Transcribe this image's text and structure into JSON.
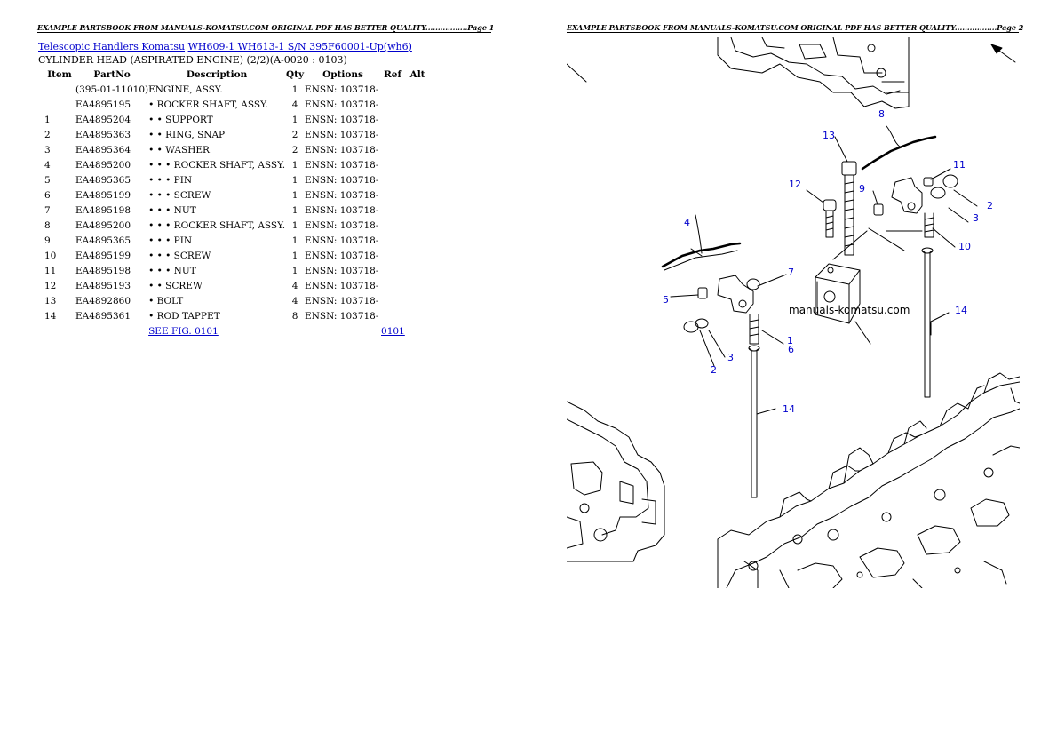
{
  "pages": [
    {
      "header": "EXAMPLE PARTSBOOK FROM MANUALS-KOMATSU.COM ORIGINAL PDF HAS BETTER QUALITY.................Page 1"
    },
    {
      "header": "EXAMPLE PARTSBOOK FROM MANUALS-KOMATSU.COM ORIGINAL PDF HAS BETTER QUALITY.................Page 2"
    }
  ],
  "breadcrumb": {
    "link1": "Telescopic Handlers Komatsu",
    "link2": "WH609-1 WH613-1 S/N 395F60001-Up(wh6)"
  },
  "subtitle": "CYLINDER HEAD (ASPIRATED ENGINE) (2/2)(A-0020 : 0103)",
  "table": {
    "headers": {
      "item": "Item",
      "partno": "PartNo",
      "description": "Description",
      "qty": "Qty",
      "options": "Options",
      "ref": "Ref",
      "alt": "Alt"
    },
    "rows": [
      {
        "item": "",
        "partno": "(395-01-11010)",
        "description": "ENGINE, ASSY.",
        "qty": "1",
        "options": "ENSN: 103718-"
      },
      {
        "item": "",
        "partno": "EA4895195",
        "description": "• ROCKER SHAFT, ASSY.",
        "qty": "4",
        "options": "ENSN: 103718-"
      },
      {
        "item": "1",
        "partno": "EA4895204",
        "description": "• • SUPPORT",
        "qty": "1",
        "options": "ENSN: 103718-"
      },
      {
        "item": "2",
        "partno": "EA4895363",
        "description": "• • RING, SNAP",
        "qty": "2",
        "options": "ENSN: 103718-"
      },
      {
        "item": "3",
        "partno": "EA4895364",
        "description": "• • WASHER",
        "qty": "2",
        "options": "ENSN: 103718-"
      },
      {
        "item": "4",
        "partno": "EA4895200",
        "description": "• • • ROCKER SHAFT, ASSY.",
        "qty": "1",
        "options": "ENSN: 103718-"
      },
      {
        "item": "5",
        "partno": "EA4895365",
        "description": "• • • PIN",
        "qty": "1",
        "options": "ENSN: 103718-"
      },
      {
        "item": "6",
        "partno": "EA4895199",
        "description": "• • • SCREW",
        "qty": "1",
        "options": "ENSN: 103718-"
      },
      {
        "item": "7",
        "partno": "EA4895198",
        "description": "• • • NUT",
        "qty": "1",
        "options": "ENSN: 103718-"
      },
      {
        "item": "8",
        "partno": "EA4895200",
        "description": "• • • ROCKER SHAFT, ASSY.",
        "qty": "1",
        "options": "ENSN: 103718-"
      },
      {
        "item": "9",
        "partno": "EA4895365",
        "description": "• • • PIN",
        "qty": "1",
        "options": "ENSN: 103718-"
      },
      {
        "item": "10",
        "partno": "EA4895199",
        "description": "• • • SCREW",
        "qty": "1",
        "options": "ENSN: 103718-"
      },
      {
        "item": "11",
        "partno": "EA4895198",
        "description": "• • • NUT",
        "qty": "1",
        "options": "ENSN: 103718-"
      },
      {
        "item": "12",
        "partno": "EA4895193",
        "description": "• • SCREW",
        "qty": "4",
        "options": "ENSN: 103718-"
      },
      {
        "item": "13",
        "partno": "EA4892860",
        "description": "• BOLT",
        "qty": "4",
        "options": "ENSN: 103718-"
      },
      {
        "item": "14",
        "partno": "EA4895361",
        "description": "• ROD TAPPET",
        "qty": "8",
        "options": "ENSN: 103718-"
      }
    ],
    "see_fig": "SEE FIG. 0101",
    "see_fig_ref": "0101"
  },
  "diagram": {
    "watermark": "manuals-komatsu.com",
    "callouts": {
      "c1": "1",
      "c2a": "2",
      "c2b": "2",
      "c3a": "3",
      "c3b": "3",
      "c4": "4",
      "c5": "5",
      "c6": "6",
      "c7": "7",
      "c8": "8",
      "c9": "9",
      "c10": "10",
      "c11": "11",
      "c12": "12",
      "c13": "13",
      "c14a": "14",
      "c14b": "14"
    }
  },
  "colors": {
    "link": "#0000cc",
    "callout": "#0000cc",
    "text": "#000000"
  }
}
